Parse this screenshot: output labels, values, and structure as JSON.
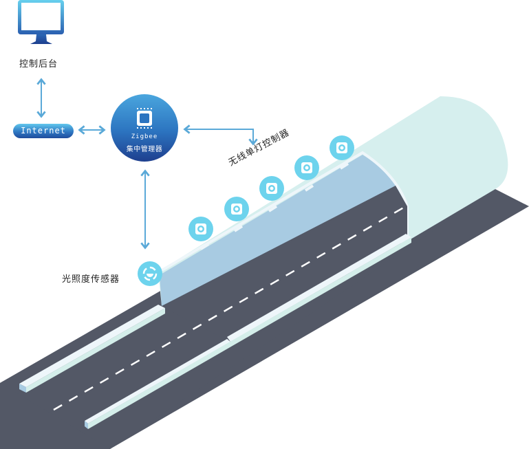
{
  "diagram": {
    "title": "Tunnel lighting control system",
    "nodes": {
      "console": {
        "label": "控制后台",
        "icon": "monitor-icon"
      },
      "internet": {
        "label": "Internet"
      },
      "hub": {
        "title": "Zigbee",
        "subtitle": "集中管理器",
        "icon": "chip-icon"
      },
      "controllers": {
        "label": "无线单灯控制器",
        "count": 5,
        "icon": "lamp-controller-icon"
      },
      "sensor": {
        "label": "光照度传感器",
        "icon": "light-sensor-icon"
      }
    },
    "connections": [
      {
        "from": "console",
        "to": "internet",
        "type": "bidirectional"
      },
      {
        "from": "internet",
        "to": "hub",
        "type": "bidirectional"
      },
      {
        "from": "hub",
        "to": "controllers",
        "type": "bidirectional"
      },
      {
        "from": "hub",
        "to": "sensor",
        "type": "bidirectional"
      }
    ],
    "colors": {
      "road": "#535866",
      "tunnel_inner": "#a8cbe2",
      "tunnel_outer": "#d6efee",
      "curb_top": "#eef6fa",
      "curb_side": "#d4eeea",
      "node_accent": "#6dd3ed",
      "arrow": "#5aa9d8",
      "hub_top": "#4aa6de",
      "hub_bottom": "#1e3f8e"
    }
  }
}
